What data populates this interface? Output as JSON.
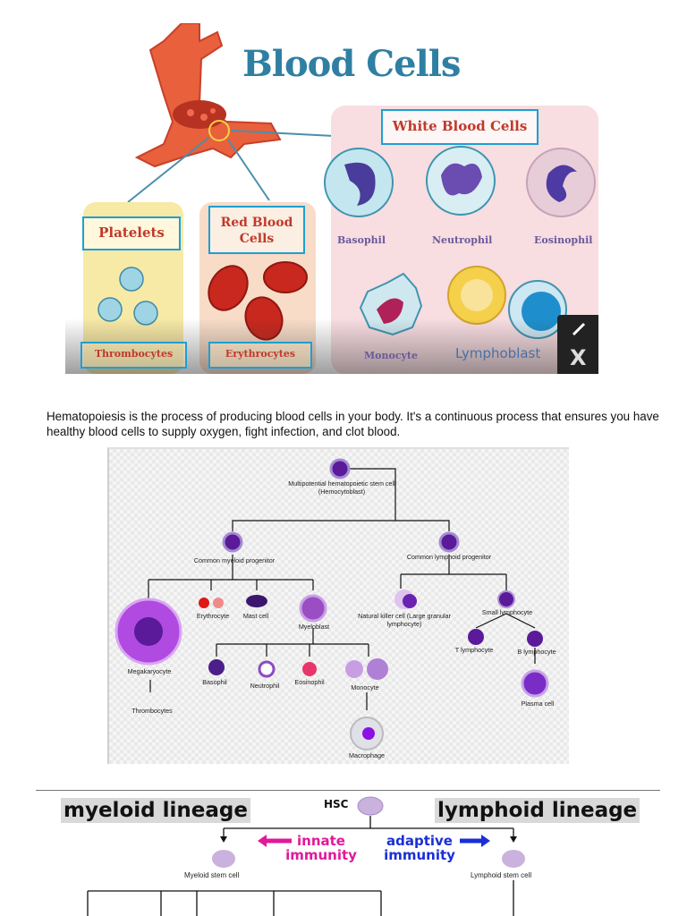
{
  "hero": {
    "title": "Blood Cells",
    "wbc_label": "White Blood Cells",
    "platelets_label": "Platelets",
    "rbc_label": "Red Blood Cells",
    "basophil": "Basophil",
    "neutrophil": "Neutrophil",
    "eosinophil": "Eosinophil",
    "monocyte": "Monocyte",
    "lymphoblast": "Lymphoblast",
    "thrombocytes": "Thrombocytes",
    "erythrocytes": "Erythrocytes"
  },
  "paragraph": "Hematopoiesis is the process of producing blood cells in your body. It's a continuous process that ensures you have healthy blood cells to supply oxygen, fight infection, and clot blood.",
  "diagram": {
    "stem_cell": "Multipotential hematopoietic stem cell (Hemocytoblast)",
    "myeloid_progenitor": "Common myeloid progenitor",
    "lymphoid_progenitor": "Common lymphoid progenitor",
    "erythrocyte": "Erythrocyte",
    "mast_cell": "Mast cell",
    "myeloblast": "Myeloblast",
    "megakaryocyte": "Megakaryocyte",
    "thrombocytes": "Thrombocytes",
    "basophil": "Basophil",
    "neutrophil": "Neutrophil",
    "eosinophil": "Eosinophil",
    "monocyte": "Monocyte",
    "macrophage": "Macrophage",
    "nk_cell": "Natural killer cell (Large granular lymphocyte)",
    "small_lymphocyte": "Small lymphocyte",
    "t_lymphocyte": "T lymphocyte",
    "b_lymphocyte": "B lymphocyte",
    "plasma_cell": "Plasma cell"
  },
  "lineage": {
    "myeloid": "myeloid lineage",
    "lymphoid": "lymphoid lineage",
    "hsc": "HSC",
    "innate": "innate immunity",
    "adaptive": "adaptive immunity",
    "myeloid_stem": "Myeloid stem cell",
    "lymphoid_stem": "Lymphoid stem cell"
  },
  "colors": {
    "title": "#2f7fa2",
    "label_border": "#1d9fd3",
    "label_text": "#c0392b",
    "innate": "#e0199a",
    "adaptive": "#1a2fd6"
  }
}
